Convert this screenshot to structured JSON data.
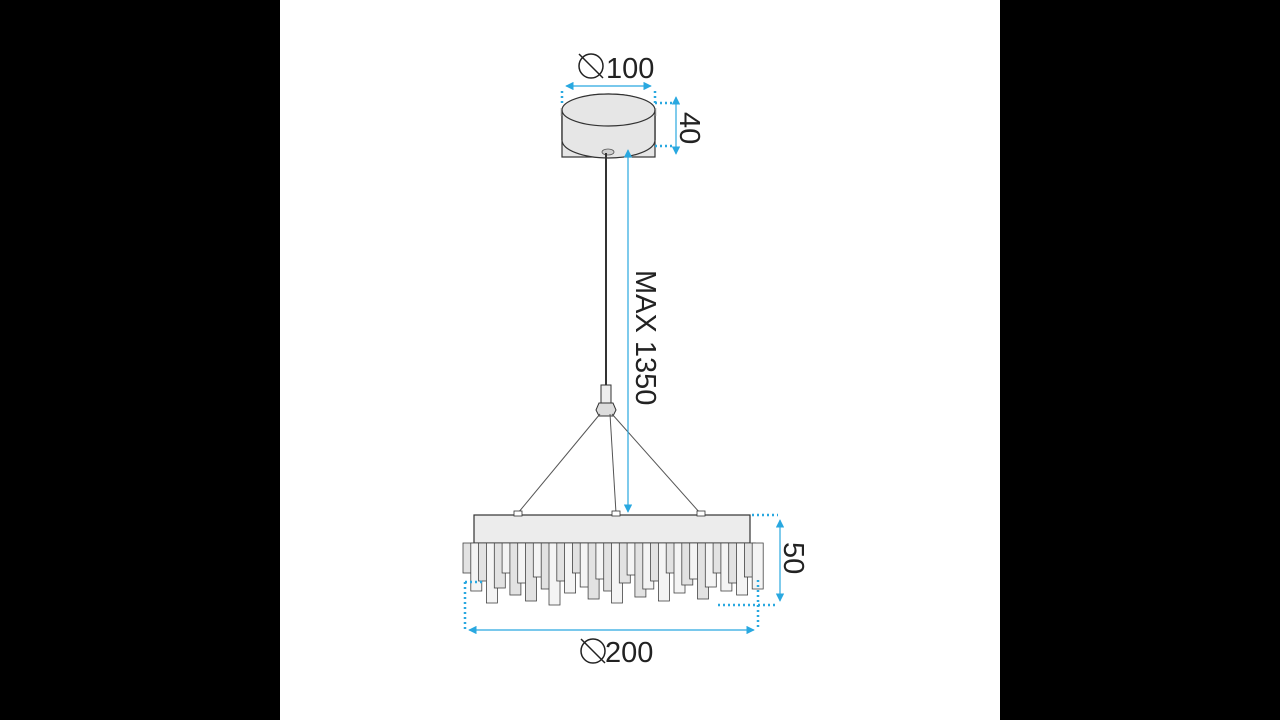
{
  "diagram": {
    "canopy_diameter": "100",
    "canopy_height": "40",
    "cable_length": "MAX 1350",
    "lamp_height": "50",
    "lamp_diameter": "200"
  },
  "colors": {
    "dimension": "#29a8e0",
    "outline": "#333333",
    "fill": "#e6e6e6",
    "background": "#ffffff",
    "frame": "#000000"
  }
}
